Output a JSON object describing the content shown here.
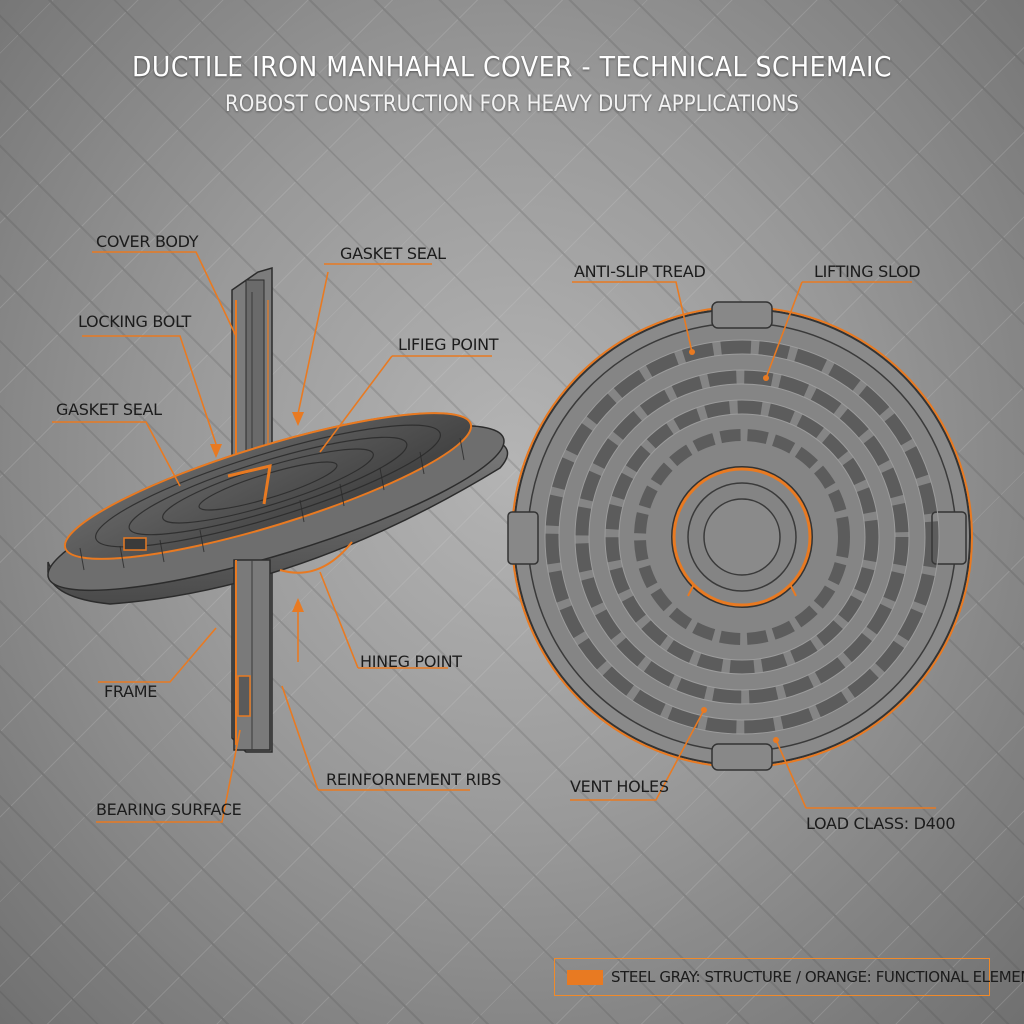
{
  "header": {
    "title": "DUCTILE IRON MANHAHAL COVER - TECHNICAL SCHEMAIC",
    "subtitle": "ROBOST CONSTRUCTION FOR HEAVY DUTY APPLICATIONS"
  },
  "left_view": {
    "labels": {
      "cover_body": "COVER BODY",
      "gasket_seal_top": "GASKET SEAL",
      "locking_bolt": "LOCKING BOLT",
      "lifting_point": "LIFIEG POINT",
      "gasket_seal_left": "GASKET SEAL",
      "hinge_point": "HINEG POINT",
      "frame": "FRAME",
      "reinforcement_ribs": "REINFORNEMENT RIBS",
      "bearing_surface": "BEARING SURFACE"
    }
  },
  "right_view": {
    "labels": {
      "anti_slip_tread": "ANTI-SLIP TREAD",
      "lifting_slot": "LIFTING SLOD",
      "vent_holes": "VENT HOLES",
      "load_class": "LOAD CLASS: D400"
    }
  },
  "legend": {
    "text": "STEEL GRAY: STRUCTURE / ORANGE: FUNCTIONAL ELEMENTS"
  },
  "colors": {
    "structure": "#5a5a5a",
    "functional": "#e87a22",
    "background": "#9a9a9a"
  }
}
